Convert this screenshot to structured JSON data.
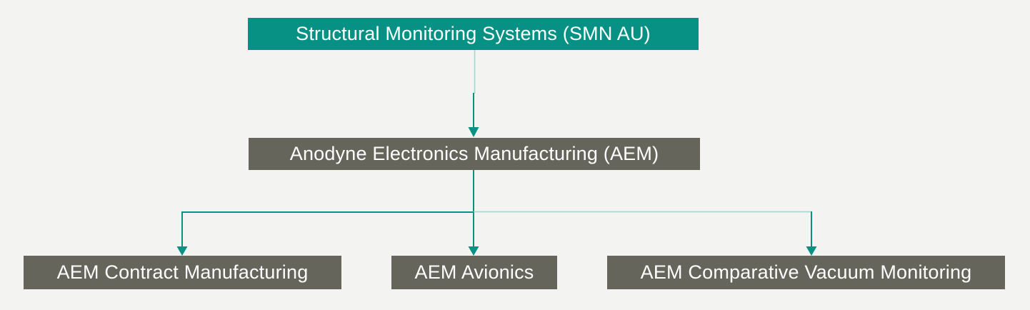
{
  "org_chart": {
    "root": {
      "label": "Structural Monitoring Systems (SMN AU)"
    },
    "subsidiary": {
      "label": "Anodyne Electronics Manufacturing (AEM)"
    },
    "divisions": [
      {
        "label": "AEM Contract Manufacturing"
      },
      {
        "label": "AEM Avionics"
      },
      {
        "label": "AEM Comparative Vacuum Monitoring"
      }
    ]
  },
  "colors": {
    "primary_node": "#069184",
    "secondary_node": "#65655c",
    "connector": "#0a9184",
    "connector_light": "#a9d2cc",
    "background": "#f3f3f1",
    "node_text": "#ffffff"
  }
}
